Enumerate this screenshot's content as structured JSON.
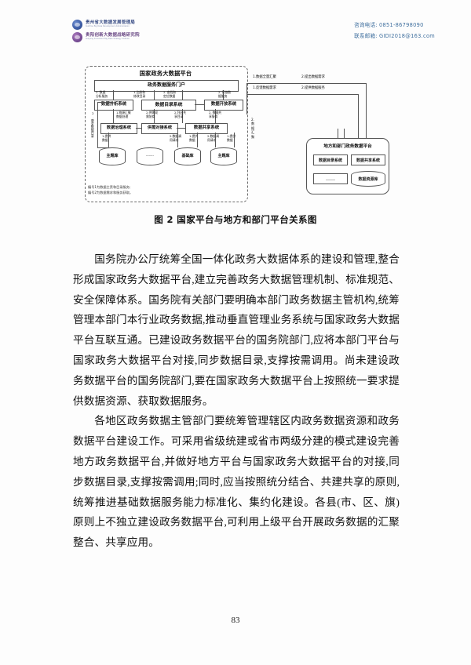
{
  "header": {
    "org1": {
      "cn": "贵州省大数据发展管理局",
      "en": "Guizhou Big Data Development Administration"
    },
    "org2": {
      "cn": "贵阳创新大数据战略研究院",
      "en": "Guiyang Innovation Big Data Strategy Institute"
    },
    "contact": {
      "phone_label": "咨询电话:",
      "phone_value": "0851-86798090",
      "email_label": "联系邮箱:",
      "email_value": "GIDI2018@163.com"
    }
  },
  "figure": {
    "caption": "图 2 国家平台与地方和部门平台关系图",
    "national": {
      "title": "国家政务大数据平台",
      "portal": "政务数据服务门户",
      "systems_row1": [
        "数据分析系统",
        "数据目录系统",
        "数据开放系统"
      ],
      "systems_row2": [
        "数据治理系统",
        "供需对接系统",
        "数据共享系统"
      ],
      "stores": [
        "主题库",
        "",
        "基础库",
        "主题库"
      ]
    },
    "local": {
      "title": "地方和部门政务数据平台",
      "boxes": [
        "数据目录系统",
        "数据共享系统",
        "……"
      ],
      "store": "数据资源库"
    },
    "flow_labels": {
      "l1": "2. 数据\n分析服务",
      "l2": "1.注册和\n修改目录",
      "l3": "2. 查找和\n定位数据",
      "l4": "2. 开放数\n据服务",
      "l5": "1.物源汇聚\n数据处理",
      "l6": "2.供需双\n需协商",
      "l7": "2.列出共\n享目录",
      "l8": "2. 数据共\n享服务",
      "l9": "2. 要求数\n据目录",
      "l10": "1. 提供\n数据",
      "l11": "2.数据调\n用请求",
      "l12": "1.提供\n数据",
      "l13": "2.数据调\n用请求",
      "l14": "1.提供\n数据",
      "top1": "1.数据全量汇聚",
      "top2": "2.提出数据需求",
      "top3": "1.反馈数据需求",
      "top4": "2.提供数据服务",
      "right1": "2. 数\n据汇\n聚"
    },
    "note_line1": "编号1为数据主责和目录服务;",
    "note_line2": "编号2为数据需求和服务获取。"
  },
  "content": {
    "paragraphs": [
      "国务院办公厅统筹全国一体化政务大数据体系的建设和管理,整合形成国家政务大数据平台,建立完善政务大数据管理机制、标准规范、安全保障体系。国务院有关部门要明确本部门政务数据主管机构,统筹管理本部门本行业政务数据,推动垂直管理业务系统与国家政务大数据平台互联互通。已建设政务数据平台的国务院部门,应将本部门平台与国家政务大数据平台对接,同步数据目录,支撑按需调用。尚未建设政务数据平台的国务院部门,要在国家政务大数据平台上按照统一要求提供数据资源、获取数据服务。",
      "各地区政务数据主管部门要统筹管理辖区内政务数据资源和政务数据平台建设工作。可采用省级统建或省市两级分建的模式建设完善地方政务数据平台,并做好地方平台与国家政务大数据平台的对接,同步数据目录,支撑按需调用;同时,应当按照统分结合、共建共享的原则,统筹推进基础数据服务能力标准化、集约化建设。各县(市、区、旗)原则上不独立建设政务数据平台,可利用上级平台开展政务数据的汇聚整合、共享应用。"
    ]
  },
  "footer": {
    "page_number": "83"
  }
}
